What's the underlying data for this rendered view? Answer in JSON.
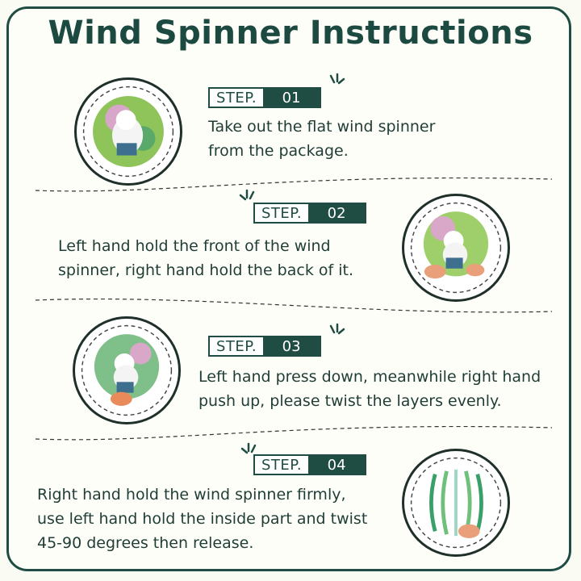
{
  "title": "Wind Spinner Instructions",
  "steps": [
    {
      "label": "STEP.",
      "number": "01",
      "line1": "Take out the flat wind spinner",
      "line2": "from the package.",
      "line3": ""
    },
    {
      "label": "STEP.",
      "number": "02",
      "line1": "Left hand hold the front of the wind",
      "line2": "spinner, right hand hold the back of it.",
      "line3": ""
    },
    {
      "label": "STEP.",
      "number": "03",
      "line1": "Left hand press down, meanwhile right hand",
      "line2": "push up, please twist the layers evenly.",
      "line3": ""
    },
    {
      "label": "STEP.",
      "number": "04",
      "line1": "Right hand hold the wind spinner firmly,",
      "line2": "use left hand hold the inside part and twist",
      "line3": "45-90 degrees then release."
    }
  ],
  "colors": {
    "accent": "#1f4d43",
    "text": "#1f3d36"
  }
}
